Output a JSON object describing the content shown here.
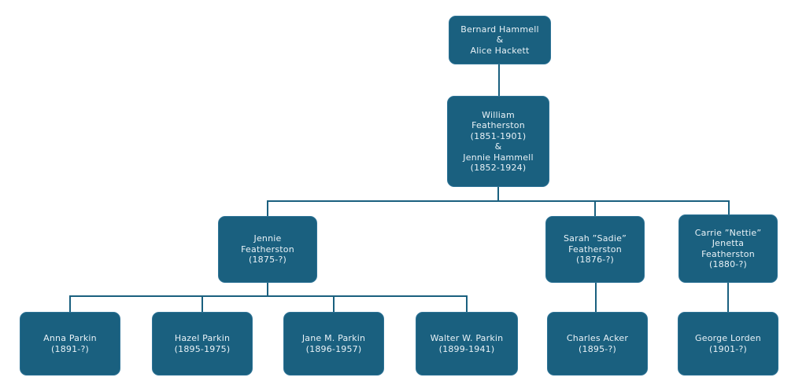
{
  "diagram": {
    "type": "family-tree",
    "background_color": "#ffffff",
    "node_fill_color": "#1a607f",
    "node_border_color": "#2d7396",
    "connector_color": "#1a607f",
    "text_color": "#e9f2f7",
    "nodes": {
      "bernard_alice": {
        "text": "Bernard Hammell\n&\nAlice Hackett"
      },
      "william_jennie": {
        "text": "William\nFeatherston\n(1851-1901)\n&\nJennie Hammell\n(1852-1924)"
      },
      "jennie_featherston": {
        "text": "Jennie\nFeatherston\n(1875-?)"
      },
      "sarah_featherston": {
        "text": "Sarah ”Sadie”\nFeatherston\n(1876-?)"
      },
      "carrie_featherston": {
        "text": "Carrie ”Nettie”\nJenetta\nFeatherston\n(1880-?)"
      },
      "anna_parkin": {
        "text": "Anna Parkin\n(1891-?)"
      },
      "hazel_parkin": {
        "text": "Hazel Parkin\n(1895-1975)"
      },
      "jane_parkin": {
        "text": "Jane M. Parkin\n(1896-1957)"
      },
      "walter_parkin": {
        "text": "Walter W. Parkin\n(1899-1941)"
      },
      "charles_acker": {
        "text": "Charles Acker\n(1895-?)"
      },
      "george_lorden": {
        "text": "George Lorden\n(1901-?)"
      }
    },
    "edges": [
      {
        "from": "bernard_alice",
        "to": "william_jennie"
      },
      {
        "from": "william_jennie",
        "to": "jennie_featherston"
      },
      {
        "from": "william_jennie",
        "to": "sarah_featherston"
      },
      {
        "from": "william_jennie",
        "to": "carrie_featherston"
      },
      {
        "from": "jennie_featherston",
        "to": "anna_parkin"
      },
      {
        "from": "jennie_featherston",
        "to": "hazel_parkin"
      },
      {
        "from": "jennie_featherston",
        "to": "jane_parkin"
      },
      {
        "from": "jennie_featherston",
        "to": "walter_parkin"
      },
      {
        "from": "sarah_featherston",
        "to": "charles_acker"
      },
      {
        "from": "carrie_featherston",
        "to": "george_lorden"
      }
    ]
  }
}
